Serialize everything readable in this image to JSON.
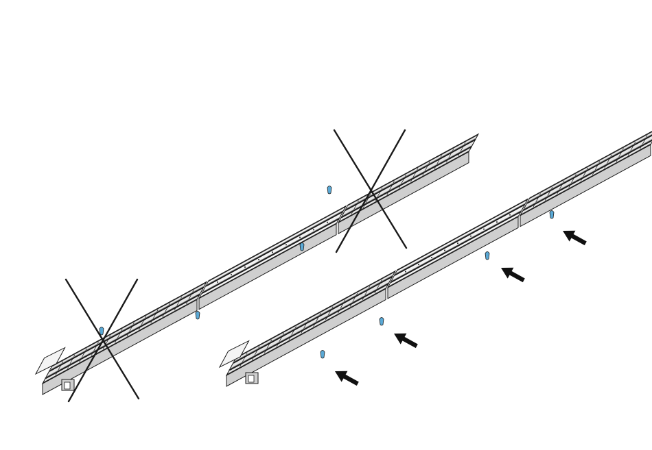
{
  "colors": {
    "background": "#ffffff",
    "outline": "#1a1a1a",
    "track_fill": "#e6e6e6",
    "track_side": "#cfcfcf",
    "track_top": "#f4f4f4",
    "rail": "#8a8a8a",
    "clip_accent": "#5aa9d6",
    "cross": "#1a1a1a",
    "arrow": "#111111"
  },
  "icons": {
    "cross_mark": "x-mark-icon",
    "arrow_mark": "arrow-icon",
    "clip_mark": "clip-icon"
  },
  "tracks": [
    {
      "id": "incorrect",
      "marked_wrong": true,
      "wrong_marks": 2,
      "arrows": 0
    },
    {
      "id": "correct",
      "marked_wrong": false,
      "wrong_marks": 0,
      "arrows": 4
    }
  ]
}
